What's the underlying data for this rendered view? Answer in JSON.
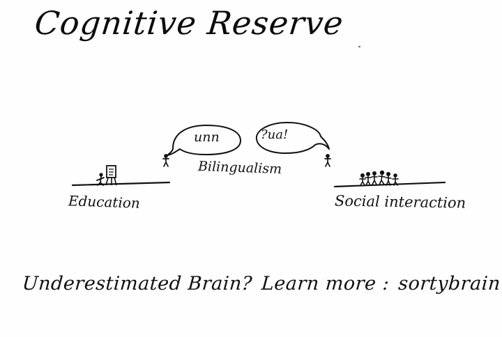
{
  "title": "Cognitive Reserve",
  "nodes": {
    "education": "Education",
    "bilingualism": "Bilingualism",
    "social": "Social interaction"
  },
  "bubbles": {
    "left": "unn",
    "right": "?ua!"
  },
  "footer": {
    "question": "Underestimated Brain?",
    "learn_more": "Learn more :",
    "site": "sortybrain.org"
  },
  "colors": {
    "ink": "#111111",
    "paper": "#fefefe"
  }
}
